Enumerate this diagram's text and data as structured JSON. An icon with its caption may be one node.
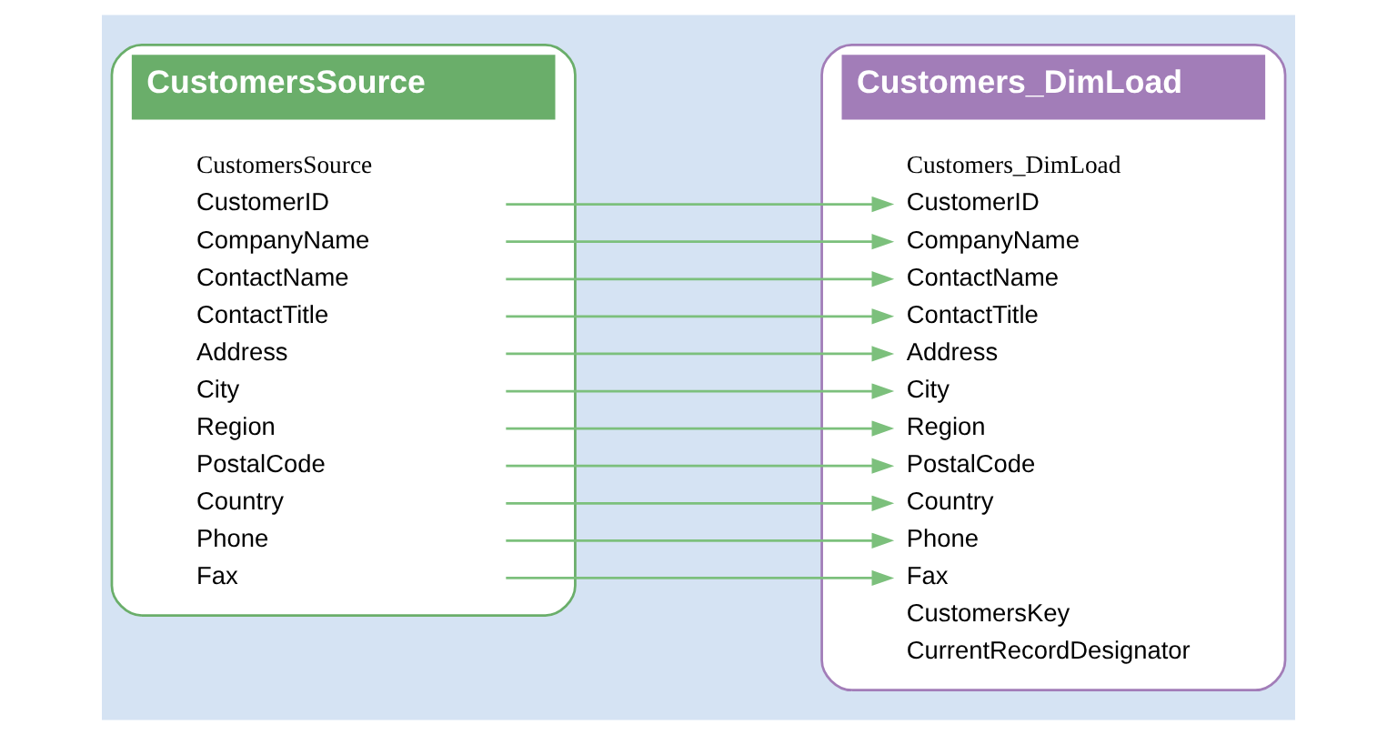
{
  "diagram": {
    "nodes": [
      {
        "text": [
          "CustomersSource"
        ]
      },
      {
        "text": [
          "CustomersSource"
        ],
        "in": 0
      },
      {
        "text": [
          "CustomerID"
        ],
        "in": 0
      },
      {
        "text": [
          "CompanyName"
        ],
        "in": 0
      },
      {
        "text": [
          "ContactName"
        ],
        "in": 0
      },
      {
        "text": [
          "ContactTitle"
        ],
        "in": 0
      },
      {
        "text": [
          "Address"
        ],
        "in": 0
      },
      {
        "text": [
          "City"
        ],
        "in": 0
      },
      {
        "text": [
          "Region"
        ],
        "in": 0
      },
      {
        "text": [
          "PostalCode"
        ],
        "in": 0
      },
      {
        "text": [
          "Country"
        ],
        "in": 0
      },
      {
        "text": [
          "Phone"
        ],
        "in": 0
      },
      {
        "text": [
          "Fax"
        ],
        "in": 0
      },
      {
        "text": [
          "Customers_DimLoad"
        ]
      },
      {
        "text": [
          "Customers_DimLoad"
        ],
        "in": 13
      },
      {
        "text": [
          "CustomerID"
        ],
        "in": 13
      },
      {
        "text": [
          "CompanyName"
        ],
        "in": 13
      },
      {
        "text": [
          "ContactName"
        ],
        "in": 13
      },
      {
        "text": [
          "ContactTitle"
        ],
        "in": 13
      },
      {
        "text": [
          "Address"
        ],
        "in": 13
      },
      {
        "text": [
          "City"
        ],
        "in": 13
      },
      {
        "text": [
          "Region"
        ],
        "in": 13
      },
      {
        "text": [
          "PostalCode"
        ],
        "in": 13
      },
      {
        "text": [
          "Country"
        ],
        "in": 13
      },
      {
        "text": [
          "Phone"
        ],
        "in": 13
      },
      {
        "text": [
          "Fax"
        ],
        "in": 13
      },
      {
        "text": [
          "CustomersKey"
        ],
        "in": 13
      },
      {
        "text": [
          "CurrentRecordDesignator"
        ],
        "in": 13
      }
    ],
    "edges": [
      {
        "from": 2,
        "to": 15,
        "arrow": "to"
      },
      {
        "from": 3,
        "to": 16,
        "arrow": "to"
      },
      {
        "from": 4,
        "to": 17,
        "arrow": "to"
      },
      {
        "from": 5,
        "to": 18,
        "arrow": "to"
      },
      {
        "from": 6,
        "to": 19,
        "arrow": "to"
      },
      {
        "from": 7,
        "to": 20,
        "arrow": "to"
      },
      {
        "from": 8,
        "to": 21,
        "arrow": "to"
      },
      {
        "from": 9,
        "to": 22,
        "arrow": "to"
      },
      {
        "from": 10,
        "to": 23,
        "arrow": "to"
      },
      {
        "from": 11,
        "to": 24,
        "arrow": "to"
      },
      {
        "from": 12,
        "to": 25,
        "arrow": "to"
      }
    ]
  }
}
